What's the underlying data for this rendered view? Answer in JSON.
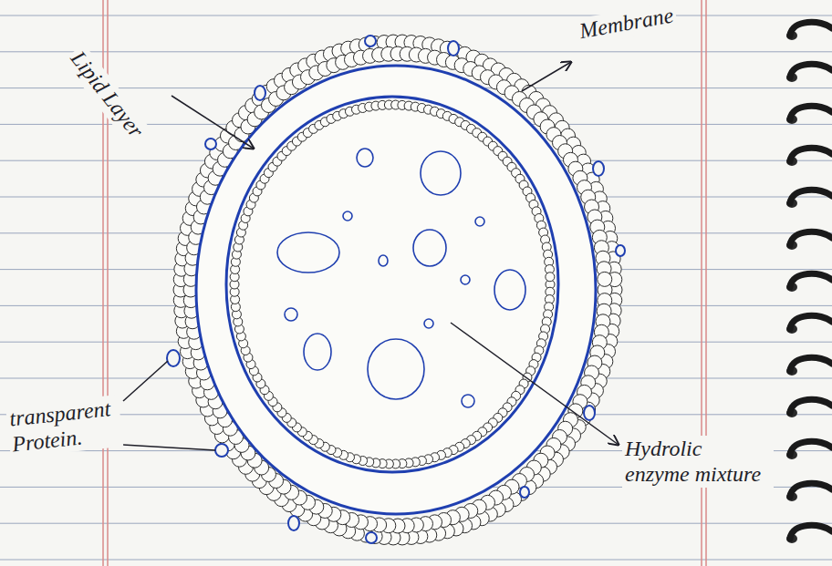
{
  "diagram": {
    "labels": [
      "Lipid Layer",
      "Membrane",
      "transparent Protein.",
      "Hydrolic enzyme mixture"
    ]
  }
}
